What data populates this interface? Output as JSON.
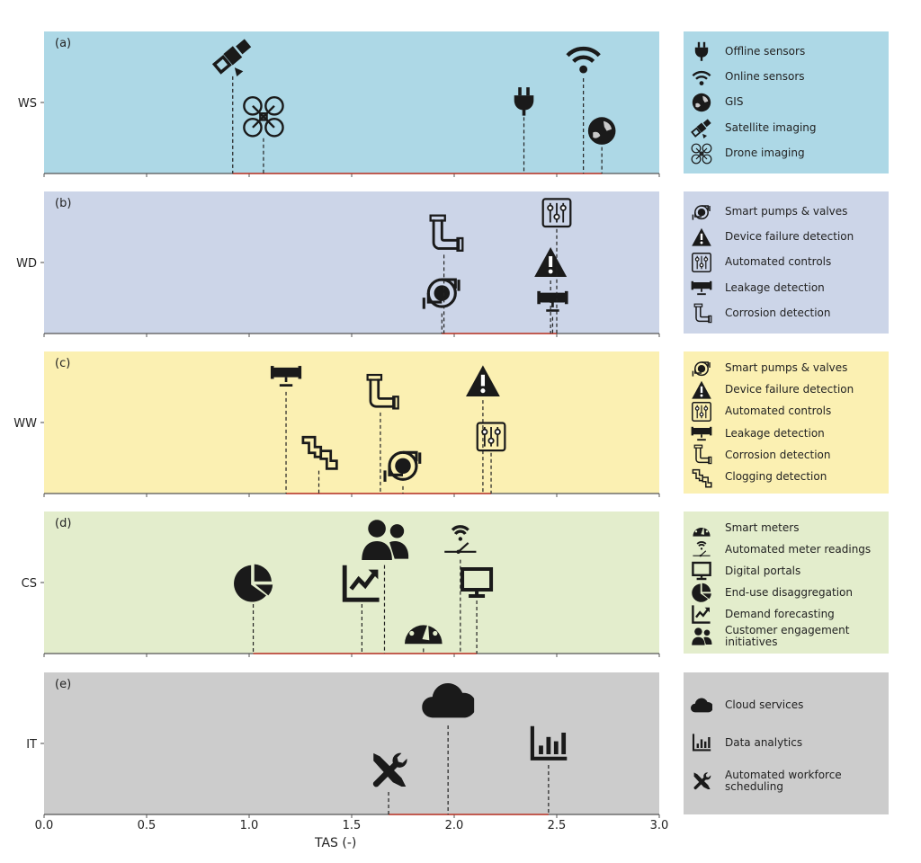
{
  "chart_data": {
    "type": "scatter",
    "xlabel": "TAS (-)",
    "xlim": [
      0,
      3
    ],
    "xticks": [
      "0.0",
      "0.5",
      "1.0",
      "1.5",
      "2.0",
      "2.5",
      "3.0"
    ],
    "panels": [
      {
        "tag": "(a)",
        "category": "WS",
        "color": "#add8e6",
        "items": [
          {
            "name": "Satellite imaging",
            "icon": "satellite-icon",
            "tas": 0.92
          },
          {
            "name": "Drone imaging",
            "icon": "drone-icon",
            "tas": 1.07
          },
          {
            "name": "Offline sensors",
            "icon": "plug-icon",
            "tas": 2.34
          },
          {
            "name": "Online sensors",
            "icon": "wifi-icon",
            "tas": 2.63
          },
          {
            "name": "GIS",
            "icon": "globe-icon",
            "tas": 2.72
          }
        ]
      },
      {
        "tag": "(b)",
        "category": "WD",
        "color": "#ccd5e8",
        "items": [
          {
            "name": "Smart pumps & valves",
            "icon": "pump-icon",
            "tas": 1.94
          },
          {
            "name": "Corrosion detection",
            "icon": "pipe-icon",
            "tas": 1.95
          },
          {
            "name": "Device failure detection",
            "icon": "warning-icon",
            "tas": 2.47
          },
          {
            "name": "Leakage detection",
            "icon": "leak-icon",
            "tas": 2.48
          },
          {
            "name": "Automated controls",
            "icon": "controls-icon",
            "tas": 2.5
          }
        ]
      },
      {
        "tag": "(c)",
        "category": "WW",
        "color": "#fbf0b2",
        "items": [
          {
            "name": "Leakage detection",
            "icon": "leak-icon",
            "tas": 1.18
          },
          {
            "name": "Clogging detection",
            "icon": "clog-icon",
            "tas": 1.34
          },
          {
            "name": "Corrosion detection",
            "icon": "pipe-icon",
            "tas": 1.64
          },
          {
            "name": "Smart pumps & valves",
            "icon": "pump-icon",
            "tas": 1.75
          },
          {
            "name": "Device failure detection",
            "icon": "warning-icon",
            "tas": 2.14
          },
          {
            "name": "Automated controls",
            "icon": "controls-icon",
            "tas": 2.18
          }
        ]
      },
      {
        "tag": "(d)",
        "category": "CS",
        "color": "#e3edcc",
        "items": [
          {
            "name": "End-use  disaggregation",
            "icon": "pie-icon",
            "tas": 1.02
          },
          {
            "name": "Demand forecasting",
            "icon": "trend-icon",
            "tas": 1.55
          },
          {
            "name": "Customer engagement initiatives",
            "icon": "people-icon",
            "tas": 1.66
          },
          {
            "name": "Smart meters",
            "icon": "gauge-icon",
            "tas": 1.85
          },
          {
            "name": "Automated meter readings",
            "icon": "amr-icon",
            "tas": 2.03
          },
          {
            "name": "Digital portals",
            "icon": "monitor-icon",
            "tas": 2.11
          }
        ]
      },
      {
        "tag": "(e)",
        "category": "IT",
        "color": "#cccccc",
        "items": [
          {
            "name": "Automated workforce scheduling",
            "icon": "tools-icon",
            "tas": 1.68
          },
          {
            "name": "Cloud services",
            "icon": "cloud-icon",
            "tas": 1.97
          },
          {
            "name": "Data analytics",
            "icon": "bars-icon",
            "tas": 2.46
          }
        ]
      }
    ]
  },
  "legends": [
    [
      {
        "label": "Offline sensors",
        "icon": "plug-icon"
      },
      {
        "label": "Online sensors",
        "icon": "wifi-icon"
      },
      {
        "label": "GIS",
        "icon": "globe-icon"
      },
      {
        "label": "Satellite imaging",
        "icon": "satellite-icon"
      },
      {
        "label": "Drone imaging",
        "icon": "drone-icon"
      }
    ],
    [
      {
        "label": "Smart pumps & valves",
        "icon": "pump-icon"
      },
      {
        "label": "Device failure detection",
        "icon": "warning-icon"
      },
      {
        "label": "Automated controls",
        "icon": "controls-icon"
      },
      {
        "label": "Leakage detection",
        "icon": "leak-icon"
      },
      {
        "label": "Corrosion detection",
        "icon": "pipe-icon"
      }
    ],
    [
      {
        "label": "Smart pumps & valves",
        "icon": "pump-icon"
      },
      {
        "label": "Device failure detection",
        "icon": "warning-icon"
      },
      {
        "label": "Automated controls",
        "icon": "controls-icon"
      },
      {
        "label": "Leakage detection",
        "icon": "leak-icon"
      },
      {
        "label": "Corrosion detection",
        "icon": "pipe-icon"
      },
      {
        "label": "Clogging detection",
        "icon": "clog-icon"
      }
    ],
    [
      {
        "label": "Smart meters",
        "icon": "gauge-icon"
      },
      {
        "label": "Automated meter readings",
        "icon": "amr-icon"
      },
      {
        "label": "Digital portals",
        "icon": "monitor-icon"
      },
      {
        "label": "End-use  disaggregation",
        "icon": "pie-icon"
      },
      {
        "label": "Demand forecasting",
        "icon": "trend-icon"
      },
      {
        "label": "Customer engagement initiatives",
        "icon": "people-icon"
      }
    ],
    [
      {
        "label": "Cloud services",
        "icon": "cloud-icon"
      },
      {
        "label": "Data analytics",
        "icon": "bars-icon"
      },
      {
        "label": "Automated workforce scheduling",
        "icon": "tools-icon"
      }
    ]
  ],
  "colors": {
    "range_line": "#c0392b",
    "icon": "#1a1a1a"
  }
}
